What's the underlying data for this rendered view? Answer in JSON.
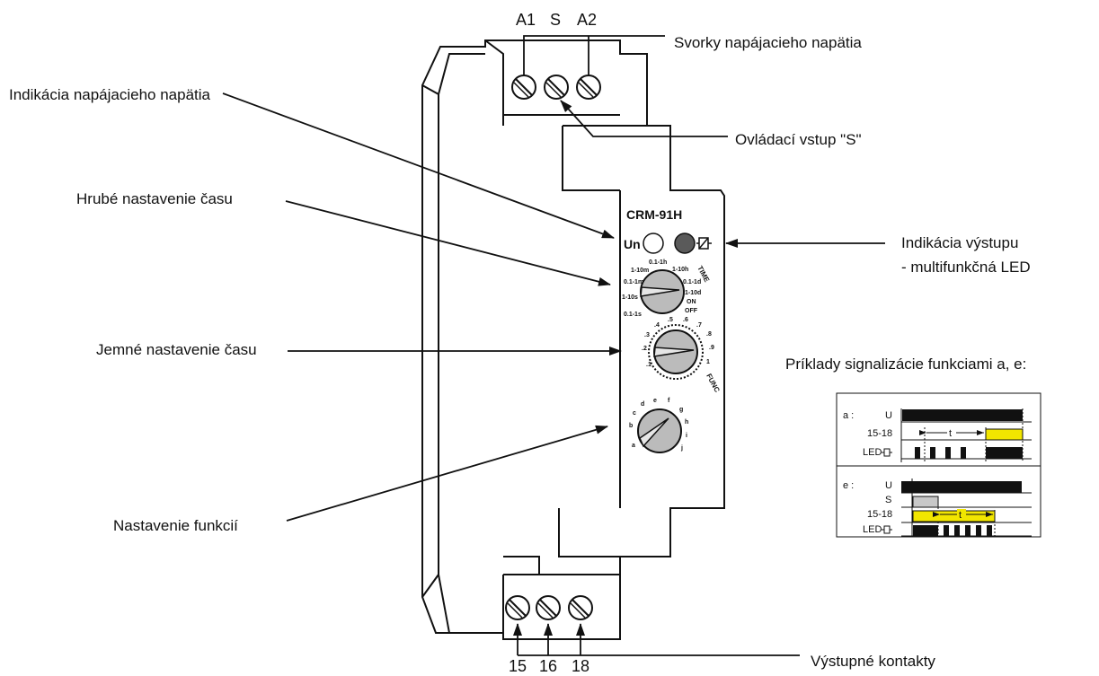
{
  "device": {
    "model": "CRM-91H",
    "un_label": "Un",
    "time_label": "TIME",
    "func_label": "FUNC",
    "time_ranges": [
      "0.1-1s",
      "1-10s",
      "0.1-1m",
      "1-10m",
      "0.1-1h",
      "1-10h",
      "0.1-1d",
      "1-10d",
      "ON",
      "OFF"
    ],
    "fine_scale": [
      ".1",
      ".2",
      ".3",
      ".4",
      ".5",
      ".6",
      ".7",
      ".8",
      ".9",
      "1"
    ],
    "functions": [
      "a",
      "b",
      "c",
      "d",
      "e",
      "f",
      "g",
      "h",
      "i",
      "j"
    ],
    "top_terminals": {
      "a1": "A1",
      "s": "S",
      "a2": "A2"
    },
    "bottom_terminals": {
      "t15": "15",
      "t16": "16",
      "t18": "18"
    }
  },
  "labels": {
    "supply_terminals": "Svorky napájacieho napätia",
    "control_input": "Ovládací vstup \"S\"",
    "supply_indication": "Indikácia napájacieho napätia",
    "coarse_time": "Hrubé nastavenie času",
    "fine_time": "Jemné nastavenie času",
    "function_setting": "Nastavenie funkcií",
    "output_indication_1": "Indikácia výstupu",
    "output_indication_2": "- multifunkčná LED",
    "examples_title": "Príklady signalizácie funkciami a, e:",
    "output_contacts": "Výstupné kontakty"
  },
  "timing": {
    "a": {
      "tag": "a :",
      "rows": [
        "U",
        "15-18",
        "LED"
      ],
      "t_label": "t"
    },
    "e": {
      "tag": "e :",
      "rows": [
        "U",
        "S",
        "15-18",
        "LED"
      ],
      "t_label": "t"
    }
  },
  "colors": {
    "relay_on": "#f2e600",
    "control_s": "#c8c8c8",
    "led_dark": "#5a5a5a"
  }
}
